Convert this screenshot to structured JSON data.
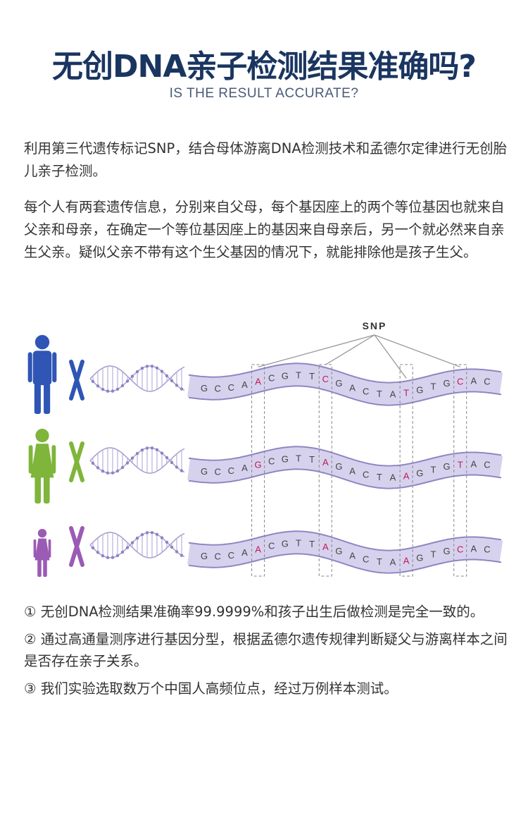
{
  "header": {
    "title": "无创DNA亲子检测结果准确吗?",
    "subtitle": "IS THE RESULT ACCURATE?"
  },
  "paragraphs": {
    "p1": "利用第三代遗传标记SNP，结合母体游离DNA检测技术和孟德尔定律进行无创胎儿亲子检测。",
    "p2": "每个人有两套遗传信息，分别来自父母，每个基因座上的两个等位基因也就来自父亲和母亲，在确定一个等位基因座上的基因来自母亲后，另一个就必然来自亲生父亲。疑似父亲不带有这个生父基因的情况下，就能排除他是孩子生父。"
  },
  "figure": {
    "snp_label": "SNP",
    "colors": {
      "father": "#2f55b5",
      "mother": "#7fb53a",
      "child": "#9a5bb5",
      "highlight": "#c2185b",
      "strand": "#d6d2ee",
      "letters": "#444444"
    },
    "rows": [
      {
        "person": "father",
        "bases": [
          "G",
          "C",
          "C",
          "A",
          "A",
          "C",
          "G",
          "T",
          "T",
          "C",
          "G",
          "A",
          "C",
          "T",
          "A",
          "T",
          "G",
          "T",
          "G",
          "C",
          "A",
          "C"
        ]
      },
      {
        "person": "mother",
        "bases": [
          "G",
          "C",
          "C",
          "A",
          "G",
          "C",
          "G",
          "T",
          "T",
          "A",
          "G",
          "A",
          "C",
          "T",
          "A",
          "A",
          "G",
          "T",
          "G",
          "T",
          "A",
          "C"
        ]
      },
      {
        "person": "child",
        "bases": [
          "G",
          "C",
          "C",
          "A",
          "A",
          "C",
          "G",
          "T",
          "T",
          "A",
          "G",
          "A",
          "C",
          "T",
          "A",
          "A",
          "G",
          "T",
          "G",
          "C",
          "A",
          "C"
        ]
      }
    ],
    "snp_positions": [
      4,
      9,
      15,
      19
    ]
  },
  "notes": [
    {
      "marker": "①",
      "text": "无创DNA检测结果准确率99.9999%和孩子出生后做检测是完全一致的。"
    },
    {
      "marker": "②",
      "text": "通过高通量测序进行基因分型，根据孟德尔遗传规律判断疑父与游离样本之间是否存在亲子关系。"
    },
    {
      "marker": "③",
      "text": "我们实验选取数万个中国人高频位点，经过万例样本测试。"
    }
  ]
}
